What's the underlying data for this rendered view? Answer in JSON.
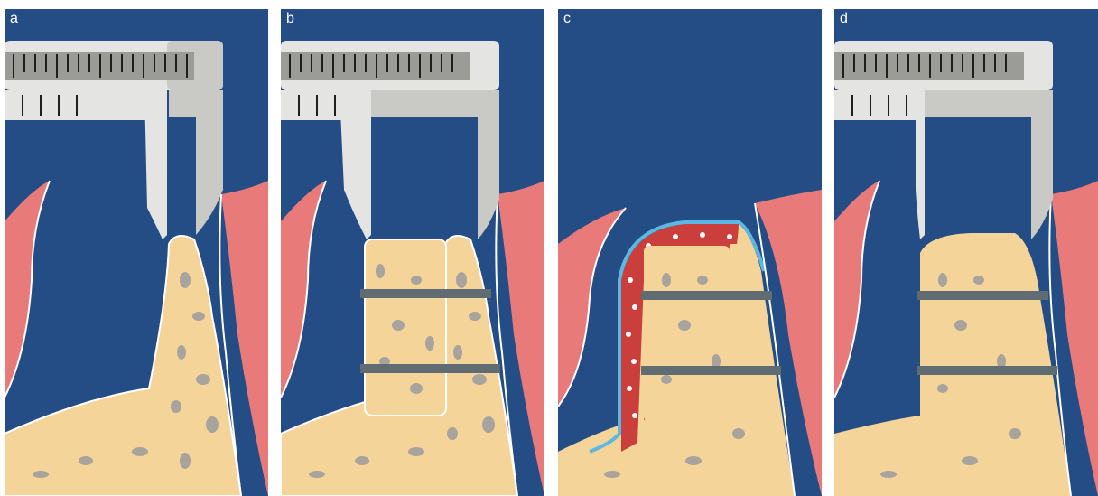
{
  "figure": {
    "panels": [
      {
        "label": "a",
        "stage": "caliper-measure-ridge",
        "has_caliper": true,
        "has_graft": false,
        "has_membrane": false
      },
      {
        "label": "b",
        "stage": "block-graft-fixed-with-screws",
        "has_caliper": true,
        "has_graft": true,
        "has_membrane": false
      },
      {
        "label": "c",
        "stage": "particulate-graft-and-membrane",
        "has_caliper": false,
        "has_graft": true,
        "has_membrane": true
      },
      {
        "label": "d",
        "stage": "caliper-measure-augmented-ridge",
        "has_caliper": true,
        "has_graft": true,
        "has_membrane": false
      }
    ],
    "colors": {
      "background": "#244d86",
      "bone": "#f5d499",
      "bone_pore": "#a8a49d",
      "gingiva": "#e97a7a",
      "gingiva_dark": "#c7474c",
      "caliper_light": "#e4e4e2",
      "caliper_mid": "#c9c9c6",
      "caliper_dark": "#9b9b98",
      "screw": "#5f6d73",
      "membrane": "#5bb8e3",
      "particulate_red": "#c2232a"
    }
  }
}
